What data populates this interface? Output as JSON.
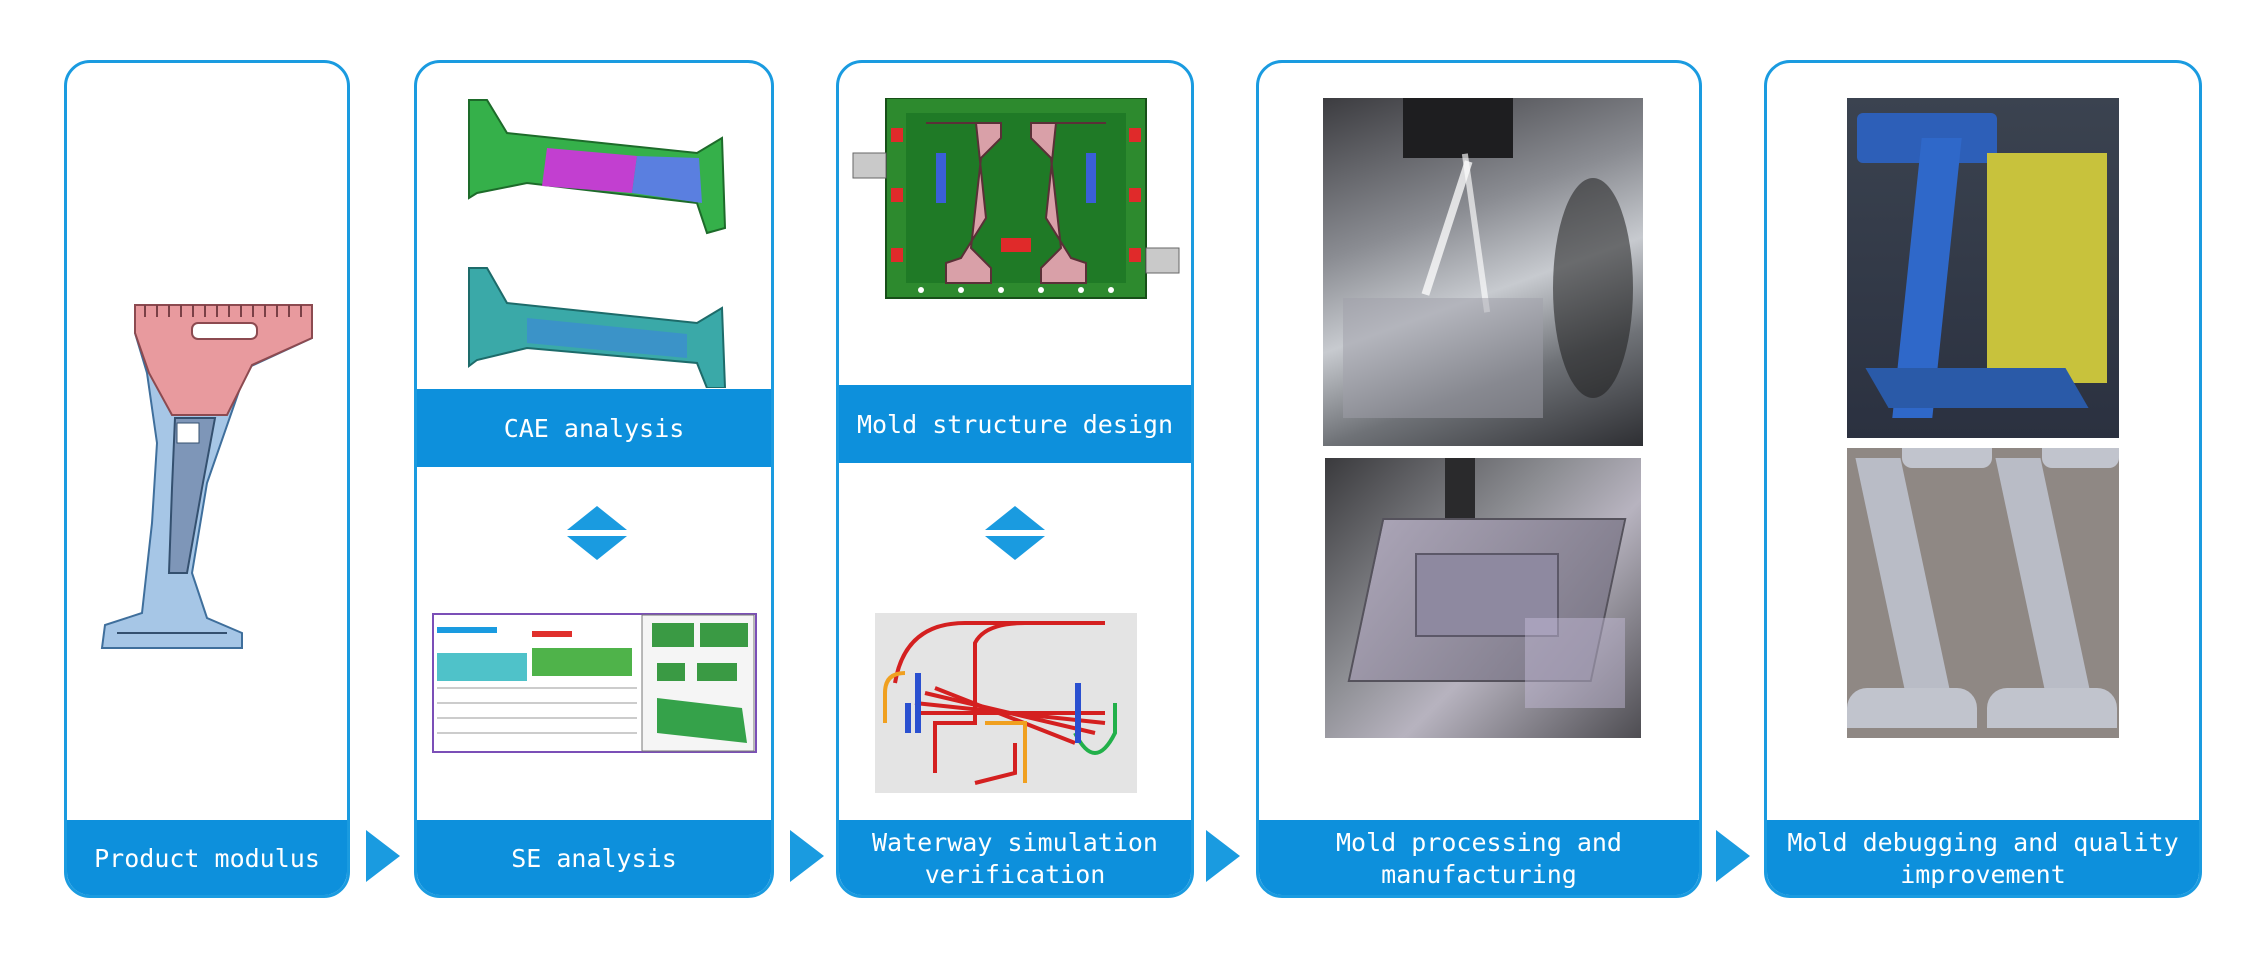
{
  "steps": [
    {
      "label": "Product modulus"
    },
    {
      "label": "SE analysis",
      "mid_label": "CAE analysis"
    },
    {
      "label": "Waterway simulation verification",
      "mid_label": "Mold structure design"
    },
    {
      "label": "Mold processing and manufacturing"
    },
    {
      "label": "Mold debugging and quality improvement"
    }
  ],
  "colors": {
    "accent": "#0d90dc",
    "border": "#1a9be0"
  }
}
